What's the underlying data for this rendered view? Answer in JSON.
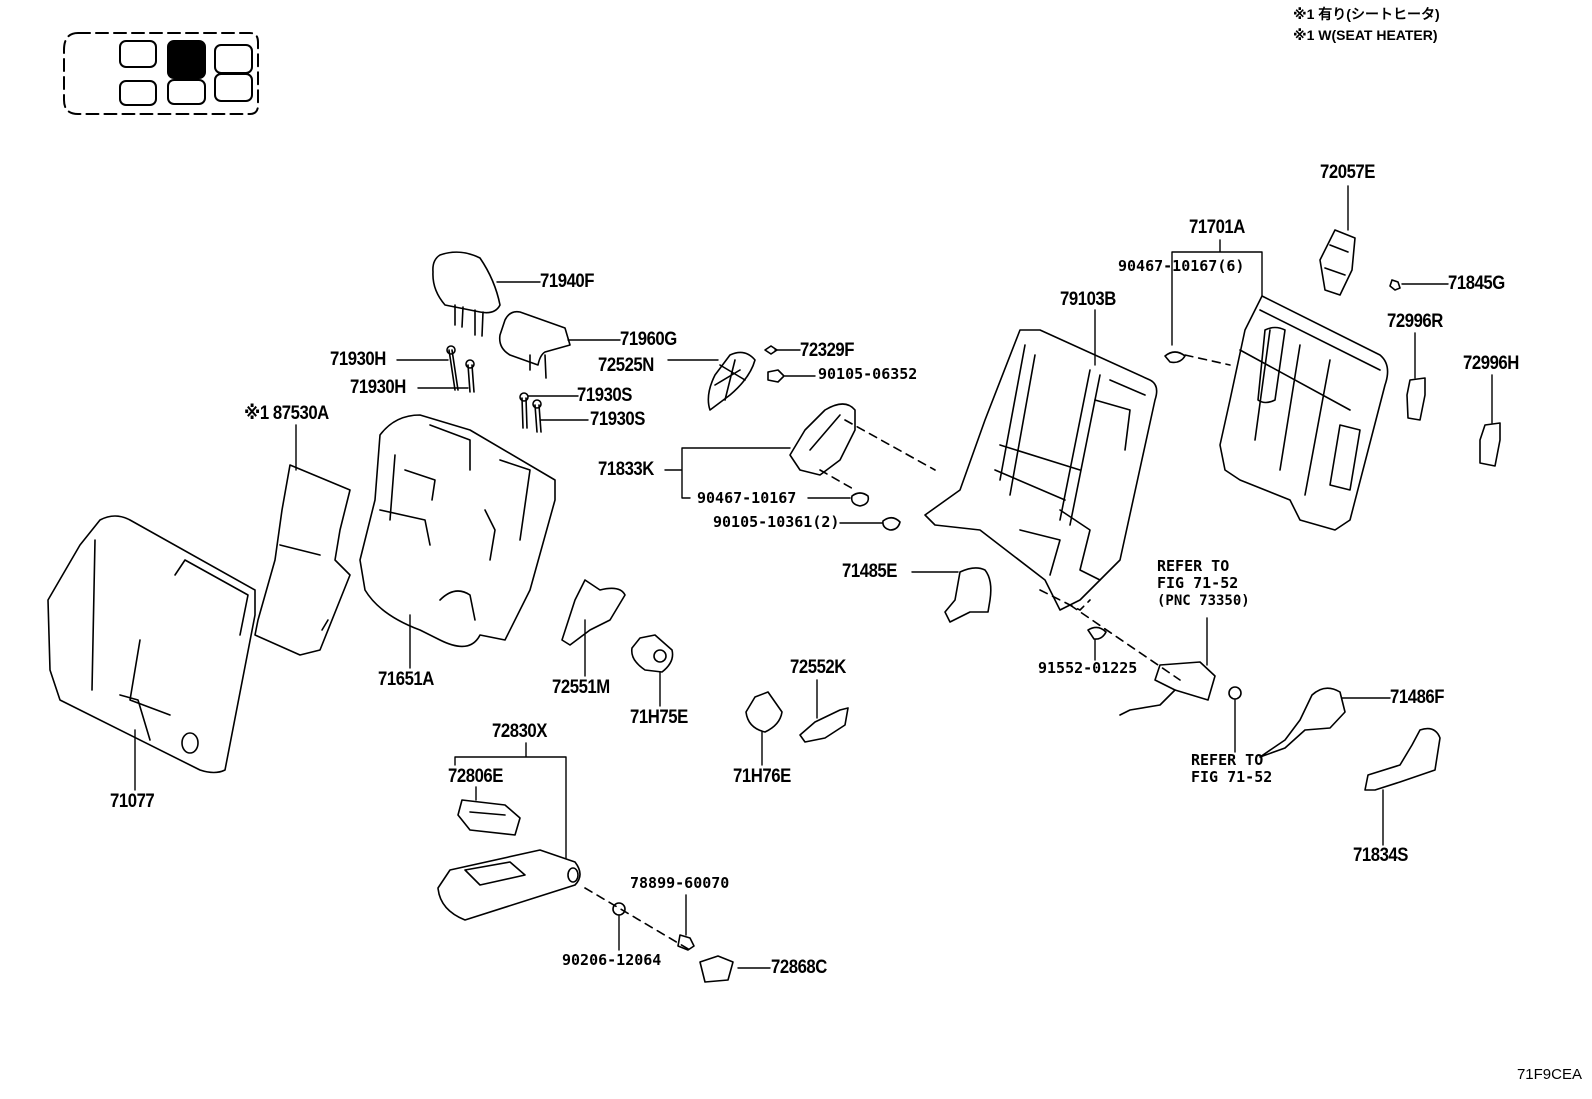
{
  "notes": {
    "line1": "※1 有り(シートヒータ)",
    "line2": "※1 W(SEAT HEATER)"
  },
  "figure_id": "71F9CEA",
  "locator": {
    "description": "seat position locator",
    "highlighted_seat": "row 2 left"
  },
  "parts": {
    "p71940F": "71940F",
    "p71960G": "71960G",
    "p71930H_a": "71930H",
    "p71930H_b": "71930H",
    "p72525N": "72525N",
    "p72329F": "72329F",
    "p90105_06352": "90105-06352",
    "p71930S_a": "71930S",
    "p71930S_b": "71930S",
    "p87530A": "※1 87530A",
    "p71833K": "71833K",
    "p90467_10167": "90467-10167",
    "p90105_10361": "90105-10361(2)",
    "p71485E": "71485E",
    "p79103B": "79103B",
    "p71701A": "71701A",
    "p90467_10167_6": "90467-10167(6)",
    "p72057E": "72057E",
    "p71845G": "71845G",
    "p72996R": "72996R",
    "p72996H": "72996H",
    "p71651A": "71651A",
    "p71077": "71077",
    "p72551M": "72551M",
    "p71H75E": "71H75E",
    "p72552K": "72552K",
    "p71H76E": "71H76E",
    "p72830X": "72830X",
    "p72806E": "72806E",
    "p78899_60070": "78899-60070",
    "p90206_12064": "90206-12064",
    "p72868C": "72868C",
    "p91552_01225": "91552-01225",
    "p71486F": "71486F",
    "p71834S": "71834S"
  },
  "references": {
    "ref1_line1": "REFER TO",
    "ref1_line2": "FIG 71-52",
    "ref1_line3": "(PNC 73350)",
    "ref2_line1": "REFER TO",
    "ref2_line2": "FIG 71-52"
  }
}
